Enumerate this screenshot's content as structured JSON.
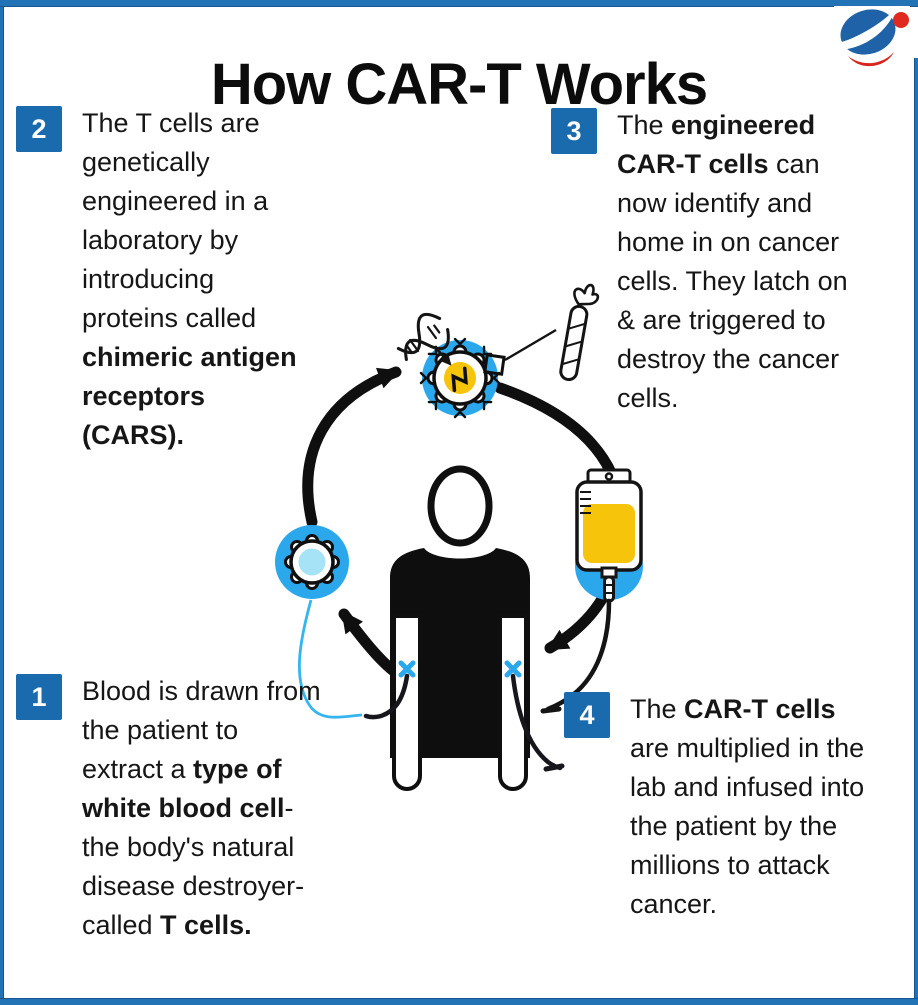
{
  "header": {
    "title": "How CAR-T Works",
    "logo_icon": "swoosh-globe-logo"
  },
  "steps": [
    {
      "number": "1",
      "position": "bottom-left",
      "segments": [
        {
          "text": "Blood is drawn from the patient to extract a ",
          "bold": false
        },
        {
          "text": "type of white blood cell",
          "bold": true
        },
        {
          "text": "-the body's natural disease destroyer-called ",
          "bold": false
        },
        {
          "text": "T cells.",
          "bold": true
        }
      ]
    },
    {
      "number": "2",
      "position": "top-left",
      "segments": [
        {
          "text": "The T cells are genetically engineered in a laboratory by introducing proteins called ",
          "bold": false
        },
        {
          "text": "chimeric antigen receptors (CARS).",
          "bold": true
        }
      ]
    },
    {
      "number": "3",
      "position": "top-right",
      "segments": [
        {
          "text": "The ",
          "bold": false
        },
        {
          "text": "engineered CAR-T cells",
          "bold": true
        },
        {
          "text": " can now identify and home in on cancer cells. They latch on & are triggered to destroy the cancer cells.",
          "bold": false
        }
      ]
    },
    {
      "number": "4",
      "position": "bottom-right",
      "segments": [
        {
          "text": "The ",
          "bold": false
        },
        {
          "text": "CAR-T cells",
          "bold": true
        },
        {
          "text": " are multiplied in the lab and infused into the patient by the millions to attack cancer.",
          "bold": false
        }
      ]
    }
  ],
  "illustration": {
    "icons": [
      "dna-helix-icon",
      "engineered-cell-icon",
      "test-tube-in-hand-icon",
      "t-cell-icon",
      "iv-bag-icon",
      "patient-icon",
      "injection-site-x-marker",
      "cycle-arrow-icon"
    ]
  },
  "colors": {
    "frame_blue": "#2173B5",
    "badge_blue": "#1A6BAE",
    "bright_blue": "#2BA7EC",
    "light_blue": "#A7E3F7",
    "fluid_yellow": "#F6C50B",
    "tube_light_blue": "#35B5F0",
    "ink_black": "#0F0F0F",
    "logo_blue": "#2062A7",
    "logo_red": "#DF2A1E"
  }
}
